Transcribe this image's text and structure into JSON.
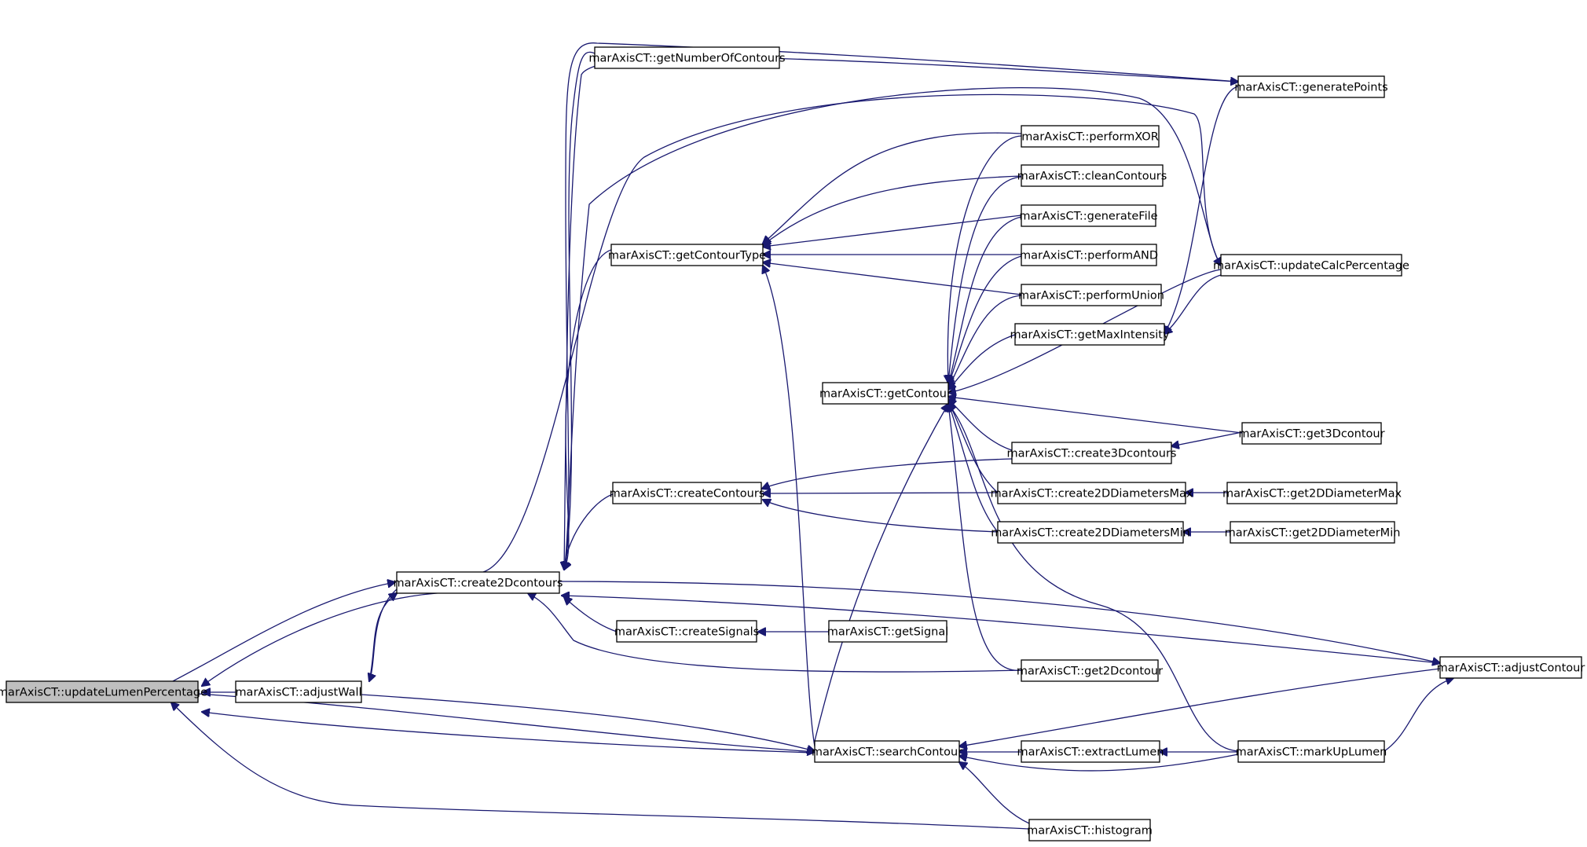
{
  "diagram": {
    "type": "call-graph",
    "edge_color": "#191970",
    "root_fill": "#bfbfbf",
    "nodes": {
      "updateLumenPercentage": "marAxisCT::updateLumenPercentage",
      "adjustWall": "marAxisCT::adjustWall",
      "create2Dcontours": "marAxisCT::create2Dcontours",
      "getNumberOfContours": "marAxisCT::getNumberOfContours",
      "getContourType": "marAxisCT::getContourType",
      "createContours": "marAxisCT::createContours",
      "createSignals": "marAxisCT::createSignals",
      "getSignal": "marAxisCT::getSignal",
      "getContour": "marAxisCT::getContour",
      "searchContour": "marAxisCT::searchContour",
      "performXOR": "marAxisCT::performXOR",
      "cleanContours": "marAxisCT::cleanContours",
      "generateFile": "marAxisCT::generateFile",
      "performAND": "marAxisCT::performAND",
      "performUnion": "marAxisCT::performUnion",
      "getMaxIntensity": "marAxisCT::getMaxIntensity",
      "create3Dcontours": "marAxisCT::create3Dcontours",
      "create2DDiametersMax": "marAxisCT::create2DDiametersMax",
      "create2DDiametersMin": "marAxisCT::create2DDiametersMin",
      "get2Dcontour": "marAxisCT::get2Dcontour",
      "extractLumen": "marAxisCT::extractLumen",
      "histogram": "marAxisCT::histogram",
      "generatePoints": "marAxisCT::generatePoints",
      "updateCalcPercentage": "marAxisCT::updateCalcPercentage",
      "get3Dcontour": "marAxisCT::get3Dcontour",
      "get2DDiameterMax": "marAxisCT::get2DDiameterMax",
      "get2DDiameterMin": "marAxisCT::get2DDiameterMin",
      "adjustContour": "marAxisCT::adjustContour",
      "markUpLumen": "marAxisCT::markUpLumen"
    },
    "edges": [
      [
        "adjustWall",
        "updateLumenPercentage"
      ],
      [
        "create2Dcontours",
        "updateLumenPercentage"
      ],
      [
        "searchContour",
        "updateLumenPercentage"
      ],
      [
        "histogram",
        "updateLumenPercentage"
      ],
      [
        "updateLumenPercentage",
        "create2Dcontours"
      ],
      [
        "adjustWall",
        "create2Dcontours"
      ],
      [
        "createSignals",
        "create2Dcontours"
      ],
      [
        "get2Dcontour",
        "create2Dcontours"
      ],
      [
        "adjustContour",
        "create2Dcontours"
      ],
      [
        "getNumberOfContours",
        "create2Dcontours"
      ],
      [
        "getContourType",
        "create2Dcontours"
      ],
      [
        "createContours",
        "create2Dcontours"
      ],
      [
        "generatePoints",
        "create2Dcontours"
      ],
      [
        "updateCalcPercentage",
        "create2Dcontours"
      ],
      [
        "create2Dcontours",
        "adjustWall"
      ],
      [
        "getSignal",
        "createSignals"
      ],
      [
        "performXOR",
        "getContourType"
      ],
      [
        "cleanContours",
        "getContourType"
      ],
      [
        "generateFile",
        "getContourType"
      ],
      [
        "performAND",
        "getContourType"
      ],
      [
        "performUnion",
        "getContourType"
      ],
      [
        "searchContour",
        "getContourType"
      ],
      [
        "create3Dcontours",
        "createContours"
      ],
      [
        "create2DDiametersMax",
        "createContours"
      ],
      [
        "create2DDiametersMin",
        "createContours"
      ],
      [
        "performXOR",
        "getContour"
      ],
      [
        "cleanContours",
        "getContour"
      ],
      [
        "generateFile",
        "getContour"
      ],
      [
        "performAND",
        "getContour"
      ],
      [
        "performUnion",
        "getContour"
      ],
      [
        "getMaxIntensity",
        "getContour"
      ],
      [
        "updateCalcPercentage",
        "getContour"
      ],
      [
        "get3Dcontour",
        "getContour"
      ],
      [
        "create3Dcontours",
        "getContour"
      ],
      [
        "create2DDiametersMax",
        "getContour"
      ],
      [
        "create2DDiametersMin",
        "getContour"
      ],
      [
        "get2Dcontour",
        "getContour"
      ],
      [
        "markUpLumen",
        "getContour"
      ],
      [
        "searchContour",
        "getContour"
      ],
      [
        "get3Dcontour",
        "create3Dcontours"
      ],
      [
        "get2DDiameterMax",
        "create2DDiametersMax"
      ],
      [
        "get2DDiameterMin",
        "create2DDiametersMin"
      ],
      [
        "generatePoints",
        "getMaxIntensity"
      ],
      [
        "updateCalcPercentage",
        "getMaxIntensity"
      ],
      [
        "create2Dcontours",
        "generatePoints"
      ],
      [
        "create2Dcontours",
        "updateCalcPercentage"
      ],
      [
        "create2Dcontours",
        "adjustContour"
      ],
      [
        "markUpLumen",
        "adjustContour"
      ],
      [
        "adjustWall",
        "searchContour"
      ],
      [
        "updateLumenPercentage",
        "searchContour"
      ],
      [
        "adjustContour",
        "searchContour"
      ],
      [
        "extractLumen",
        "searchContour"
      ],
      [
        "markUpLumen",
        "searchContour"
      ],
      [
        "histogram",
        "searchContour"
      ],
      [
        "markUpLumen",
        "extractLumen"
      ]
    ]
  }
}
